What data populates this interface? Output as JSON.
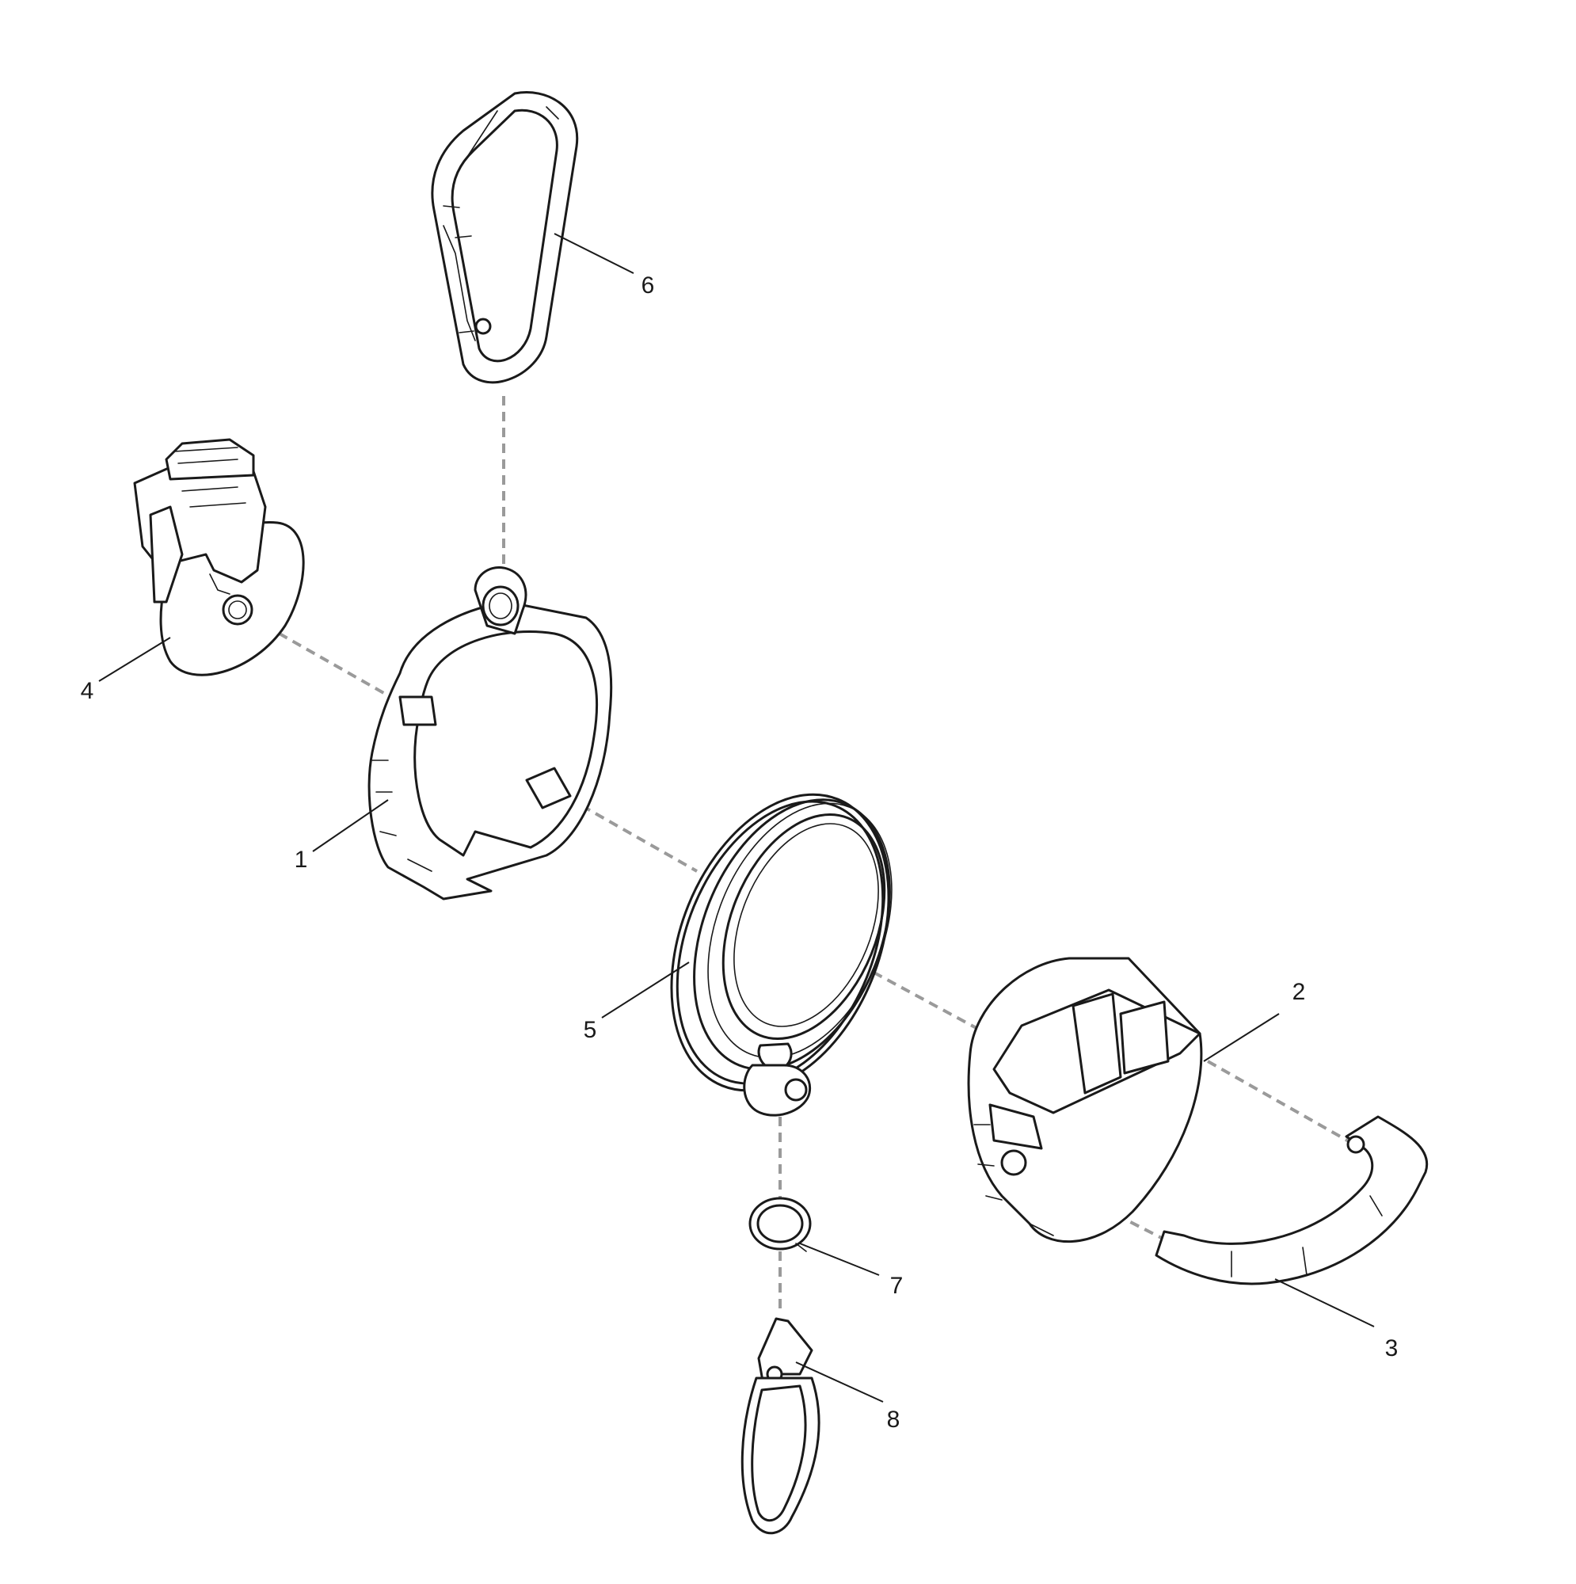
{
  "diagram": {
    "type": "exploded-parts-view",
    "callouts": [
      {
        "id": "1",
        "label": "1"
      },
      {
        "id": "2",
        "label": "2"
      },
      {
        "id": "3",
        "label": "3"
      },
      {
        "id": "4",
        "label": "4"
      },
      {
        "id": "5",
        "label": "5"
      },
      {
        "id": "6",
        "label": "6"
      },
      {
        "id": "7",
        "label": "7"
      },
      {
        "id": "8",
        "label": "8"
      }
    ]
  },
  "colors": {
    "line": "#1a1a1a",
    "assembly_path": "#9a9a9a",
    "background": "#ffffff"
  }
}
